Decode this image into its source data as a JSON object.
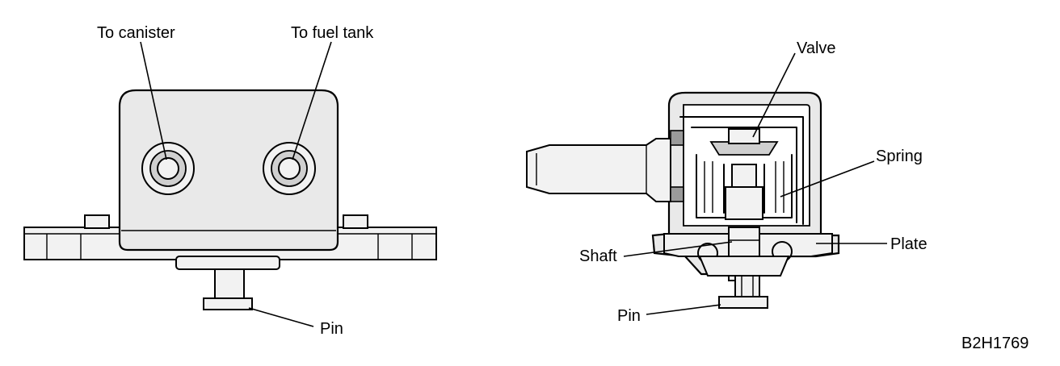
{
  "left_view": {
    "labels": {
      "to_canister": "To canister",
      "to_fuel_tank": "To fuel tank",
      "pin": "Pin"
    }
  },
  "right_view": {
    "labels": {
      "valve": "Valve",
      "spring": "Spring",
      "shaft": "Shaft",
      "plate": "Plate",
      "pin": "Pin"
    }
  },
  "figure_code": "B2H1769",
  "colors": {
    "ink": "#000000",
    "fill_light": "#e9e9e9",
    "fill_dark": "#9a9a9a"
  }
}
